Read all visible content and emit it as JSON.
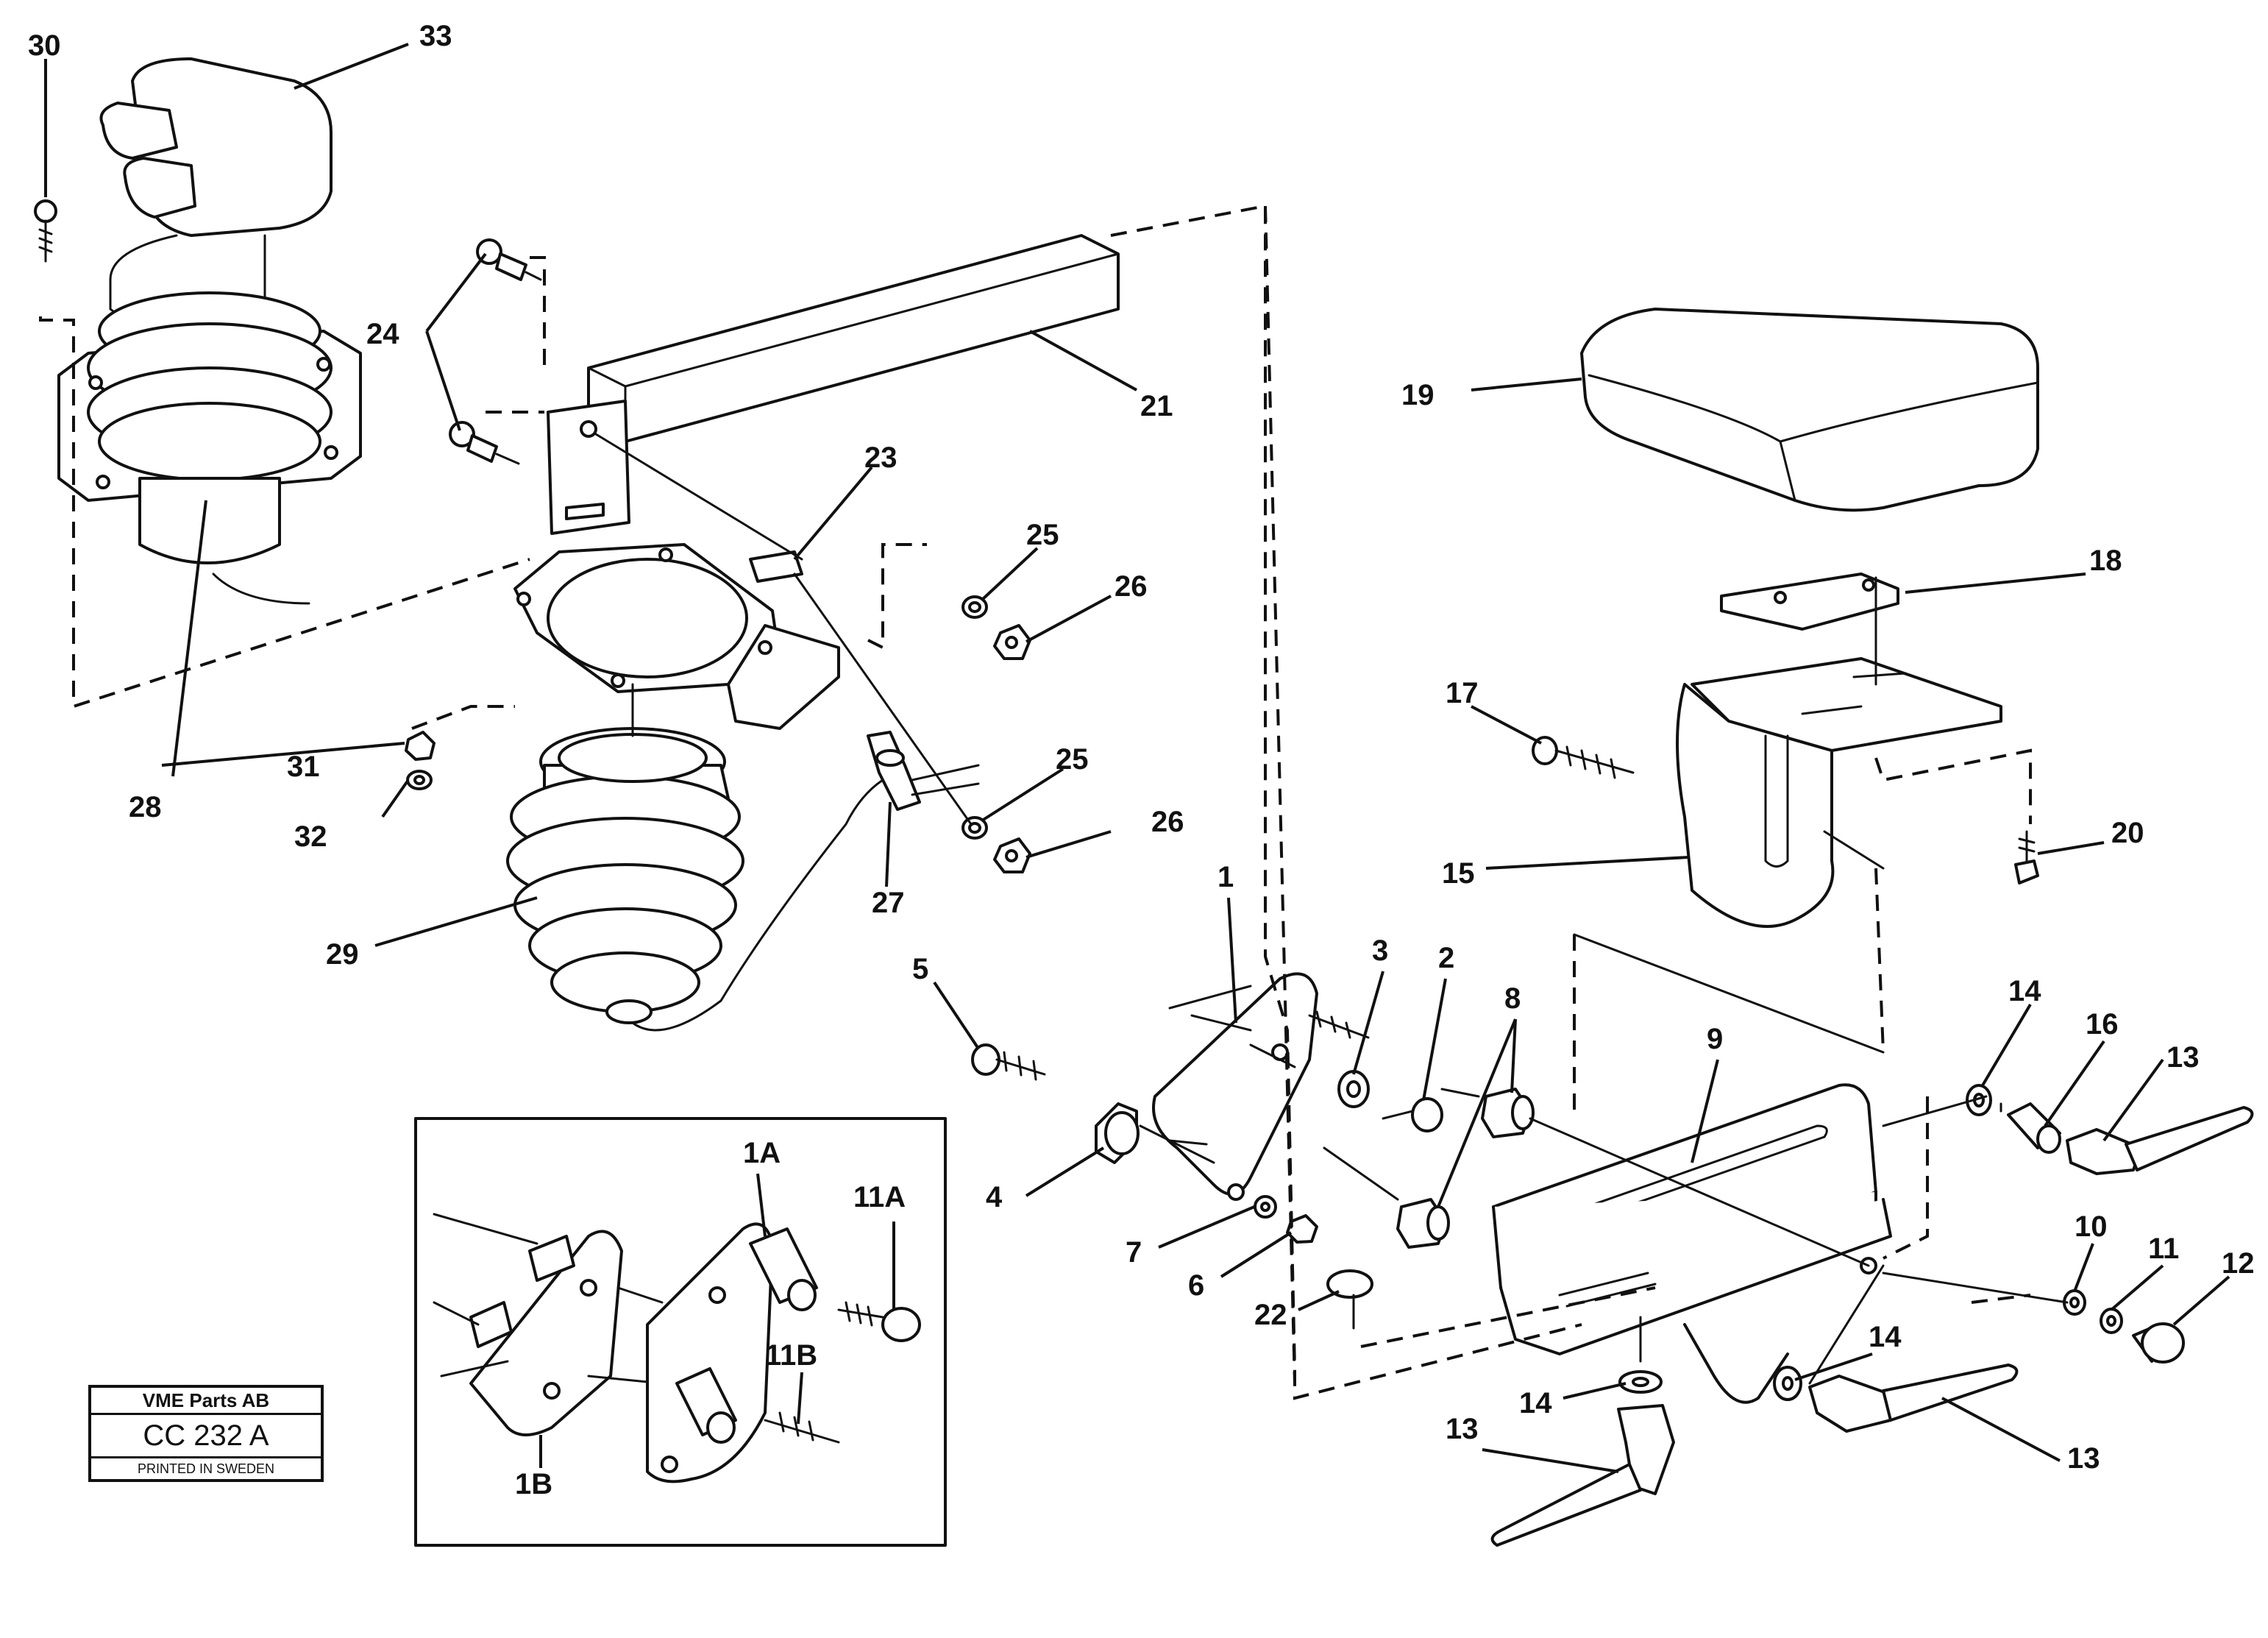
{
  "callouts": {
    "c1": "1",
    "c1A": "1A",
    "c1B": "1B",
    "c2": "2",
    "c3": "3",
    "c4": "4",
    "c5": "5",
    "c6": "6",
    "c7": "7",
    "c8": "8",
    "c9": "9",
    "c10": "10",
    "c11": "11",
    "c11A": "11A",
    "c11B": "11B",
    "c12": "12",
    "c13": "13",
    "c14": "14",
    "c15": "15",
    "c16": "16",
    "c17": "17",
    "c18": "18",
    "c19": "19",
    "c20": "20",
    "c21": "21",
    "c22": "22",
    "c23": "23",
    "c24": "24",
    "c25": "25",
    "c26": "26",
    "c27": "27",
    "c28": "28",
    "c29": "29",
    "c30": "30",
    "c31": "31",
    "c32": "32",
    "c33": "33"
  },
  "stamp": {
    "company": "VME Parts AB",
    "code": "CC 232 A",
    "printed": "PRINTED IN SWEDEN"
  }
}
